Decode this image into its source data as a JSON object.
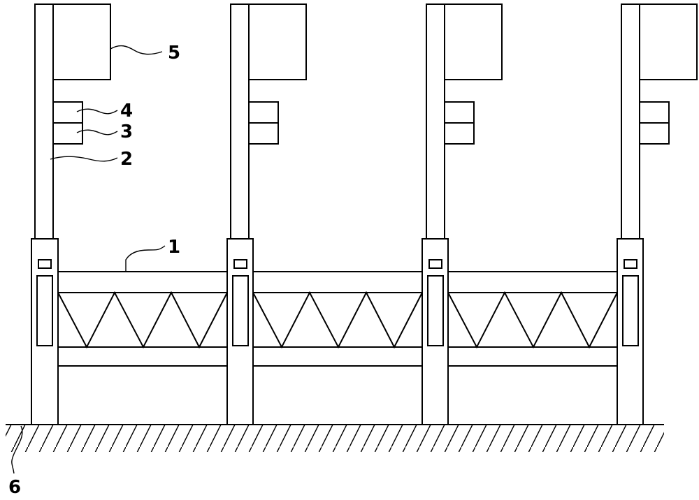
{
  "callouts": {
    "1": "1",
    "2": "2",
    "3": "3",
    "4": "4",
    "5": "5",
    "6": "6"
  },
  "posts": 4,
  "panels": 3,
  "zigzag_peaks_per_panel": 3
}
